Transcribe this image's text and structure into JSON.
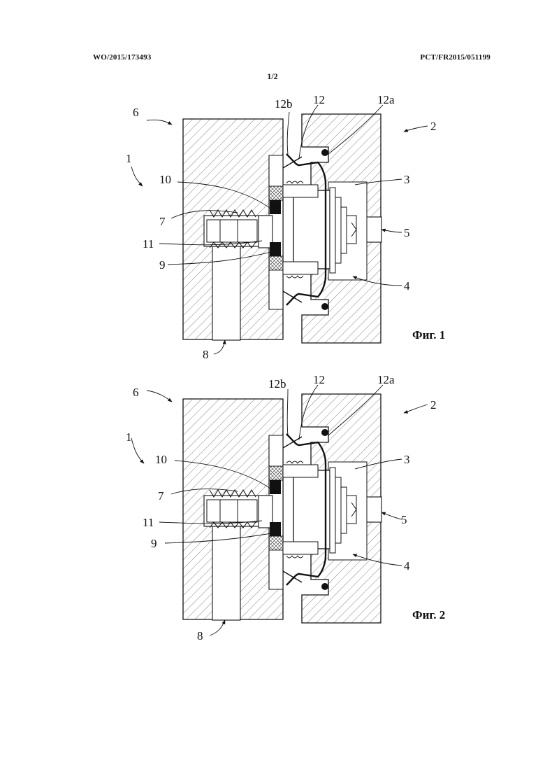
{
  "header": {
    "publication_number": "WO/2015/173493",
    "application_number": "PCT/FR2015/051199",
    "sheet": "1/2"
  },
  "figures": [
    {
      "caption": "Фиг. 1",
      "labels": {
        "l1": "1",
        "l2": "2",
        "l3": "3",
        "l4": "4",
        "l5": "5",
        "l6": "6",
        "l7": "7",
        "l8": "8",
        "l9": "9",
        "l10": "10",
        "l11": "11",
        "l12": "12",
        "l12a": "12a",
        "l12b": "12b"
      }
    },
    {
      "caption": "Фиг. 2",
      "labels": {
        "l1": "1",
        "l2": "2",
        "l3": "3",
        "l4": "4",
        "l5": "5",
        "l6": "6",
        "l7": "7",
        "l8": "8",
        "l9": "9",
        "l10": "10",
        "l11": "11",
        "l12": "12",
        "l12a": "12a",
        "l12b": "12b"
      }
    }
  ],
  "colors": {
    "ink": "#111111",
    "hatch": "#555555",
    "background": "#ffffff"
  }
}
